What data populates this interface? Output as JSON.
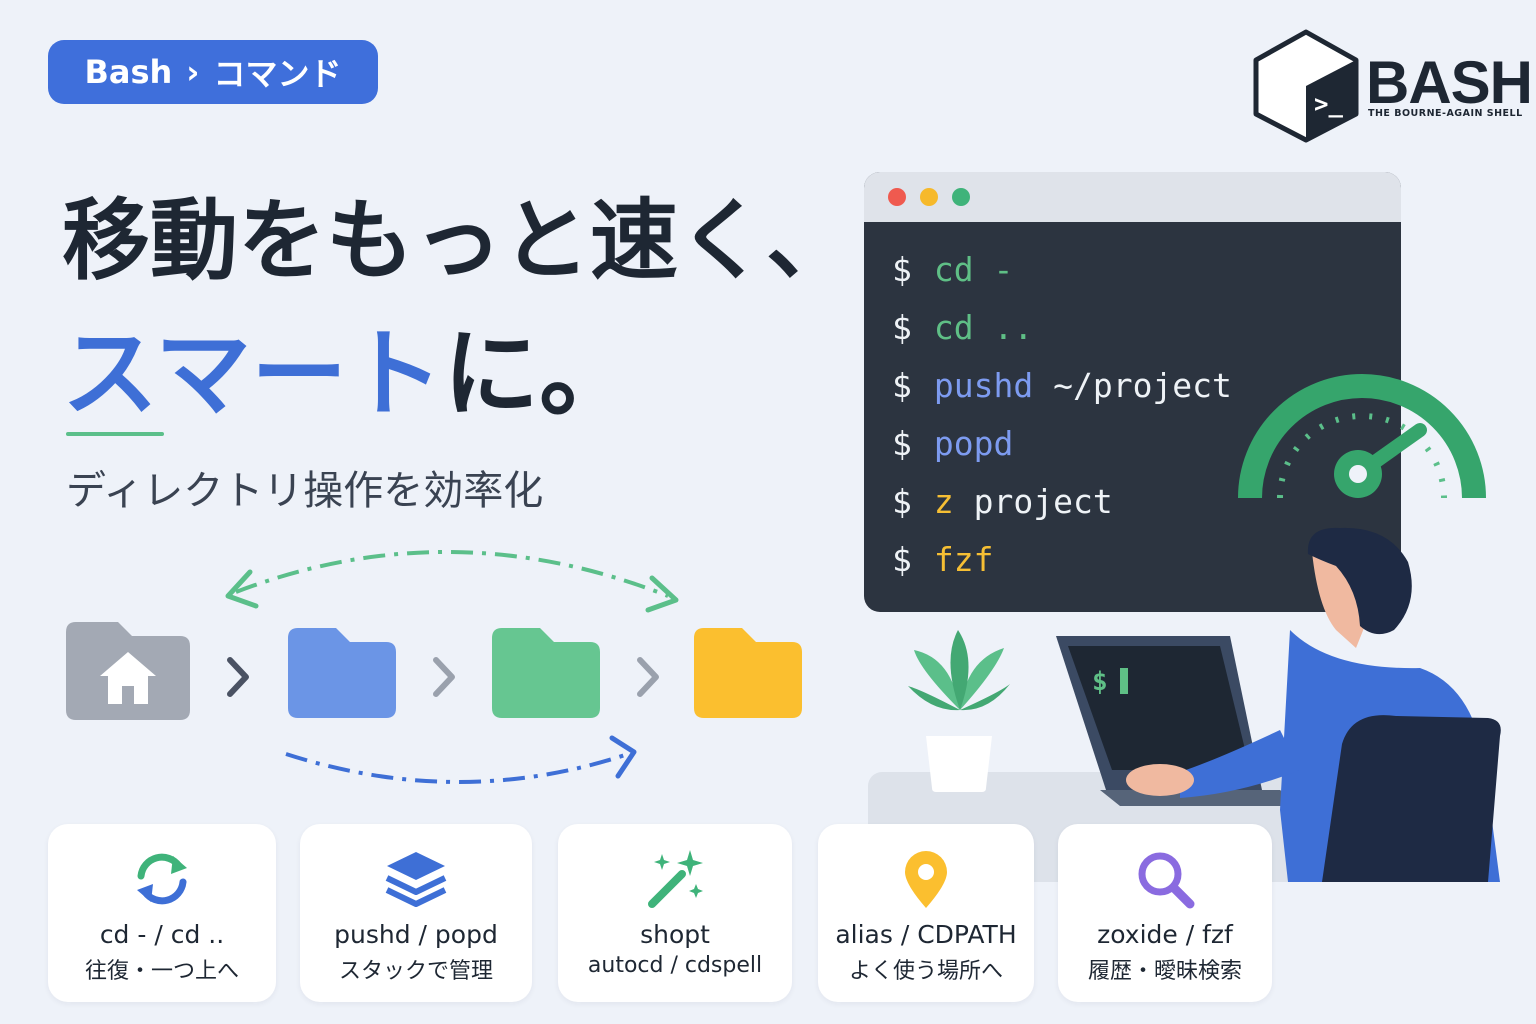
{
  "breadcrumb": {
    "root": "Bash",
    "separator": "›",
    "current": "コマンド"
  },
  "logo": {
    "word": "BASH",
    "tagline": "THE BOURNE-AGAIN SHELL",
    "glyph": ">_"
  },
  "headline": {
    "line1": "移動をもっと速く、",
    "line2_accent": "スマート",
    "line2_rest": "に。"
  },
  "subtitle": "ディレクトリ操作を効率化",
  "folders": [
    {
      "name": "home-folder",
      "color": "#a3a9b4"
    },
    {
      "name": "blue-folder",
      "color": "#6b95e6"
    },
    {
      "name": "green-folder",
      "color": "#66c691"
    },
    {
      "name": "yellow-folder",
      "color": "#fbbf2f"
    }
  ],
  "terminal": {
    "prompt": "$",
    "lines": [
      {
        "cmd": "cd",
        "arg": "-",
        "color": "green"
      },
      {
        "cmd": "cd",
        "arg": "..",
        "color": "green"
      },
      {
        "cmd": "pushd",
        "arg": "~/project",
        "color": "blue"
      },
      {
        "cmd": "popd",
        "arg": "",
        "color": "blue"
      },
      {
        "cmd": "z",
        "arg": "project",
        "color": "yellow"
      },
      {
        "cmd": "fzf",
        "arg": "",
        "color": "yellow"
      }
    ]
  },
  "laptop_prompt": "$",
  "cards": [
    {
      "title": "cd - / cd ..",
      "sub": "往復・一つ上へ",
      "icon": "refresh-icon"
    },
    {
      "title": "pushd / popd",
      "sub": "スタックで管理",
      "icon": "stack-layers-icon"
    },
    {
      "title": "shopt",
      "sub": "autocd / cdspell",
      "icon": "magic-wand-icon"
    },
    {
      "title": "alias / CDPATH",
      "sub": "よく使う場所へ",
      "icon": "location-pin-icon"
    },
    {
      "title": "zoxide / fzf",
      "sub": "履歴・曖昧検索",
      "icon": "search-icon"
    }
  ],
  "colors": {
    "accent_blue": "#3e6fd6",
    "accent_green": "#5bbf8a",
    "accent_yellow": "#f6bf34",
    "terminal_bg": "#2c3440",
    "dot_red": "#ef5a4f",
    "dot_yellow": "#f6b92b",
    "dot_green": "#3fb37a"
  }
}
